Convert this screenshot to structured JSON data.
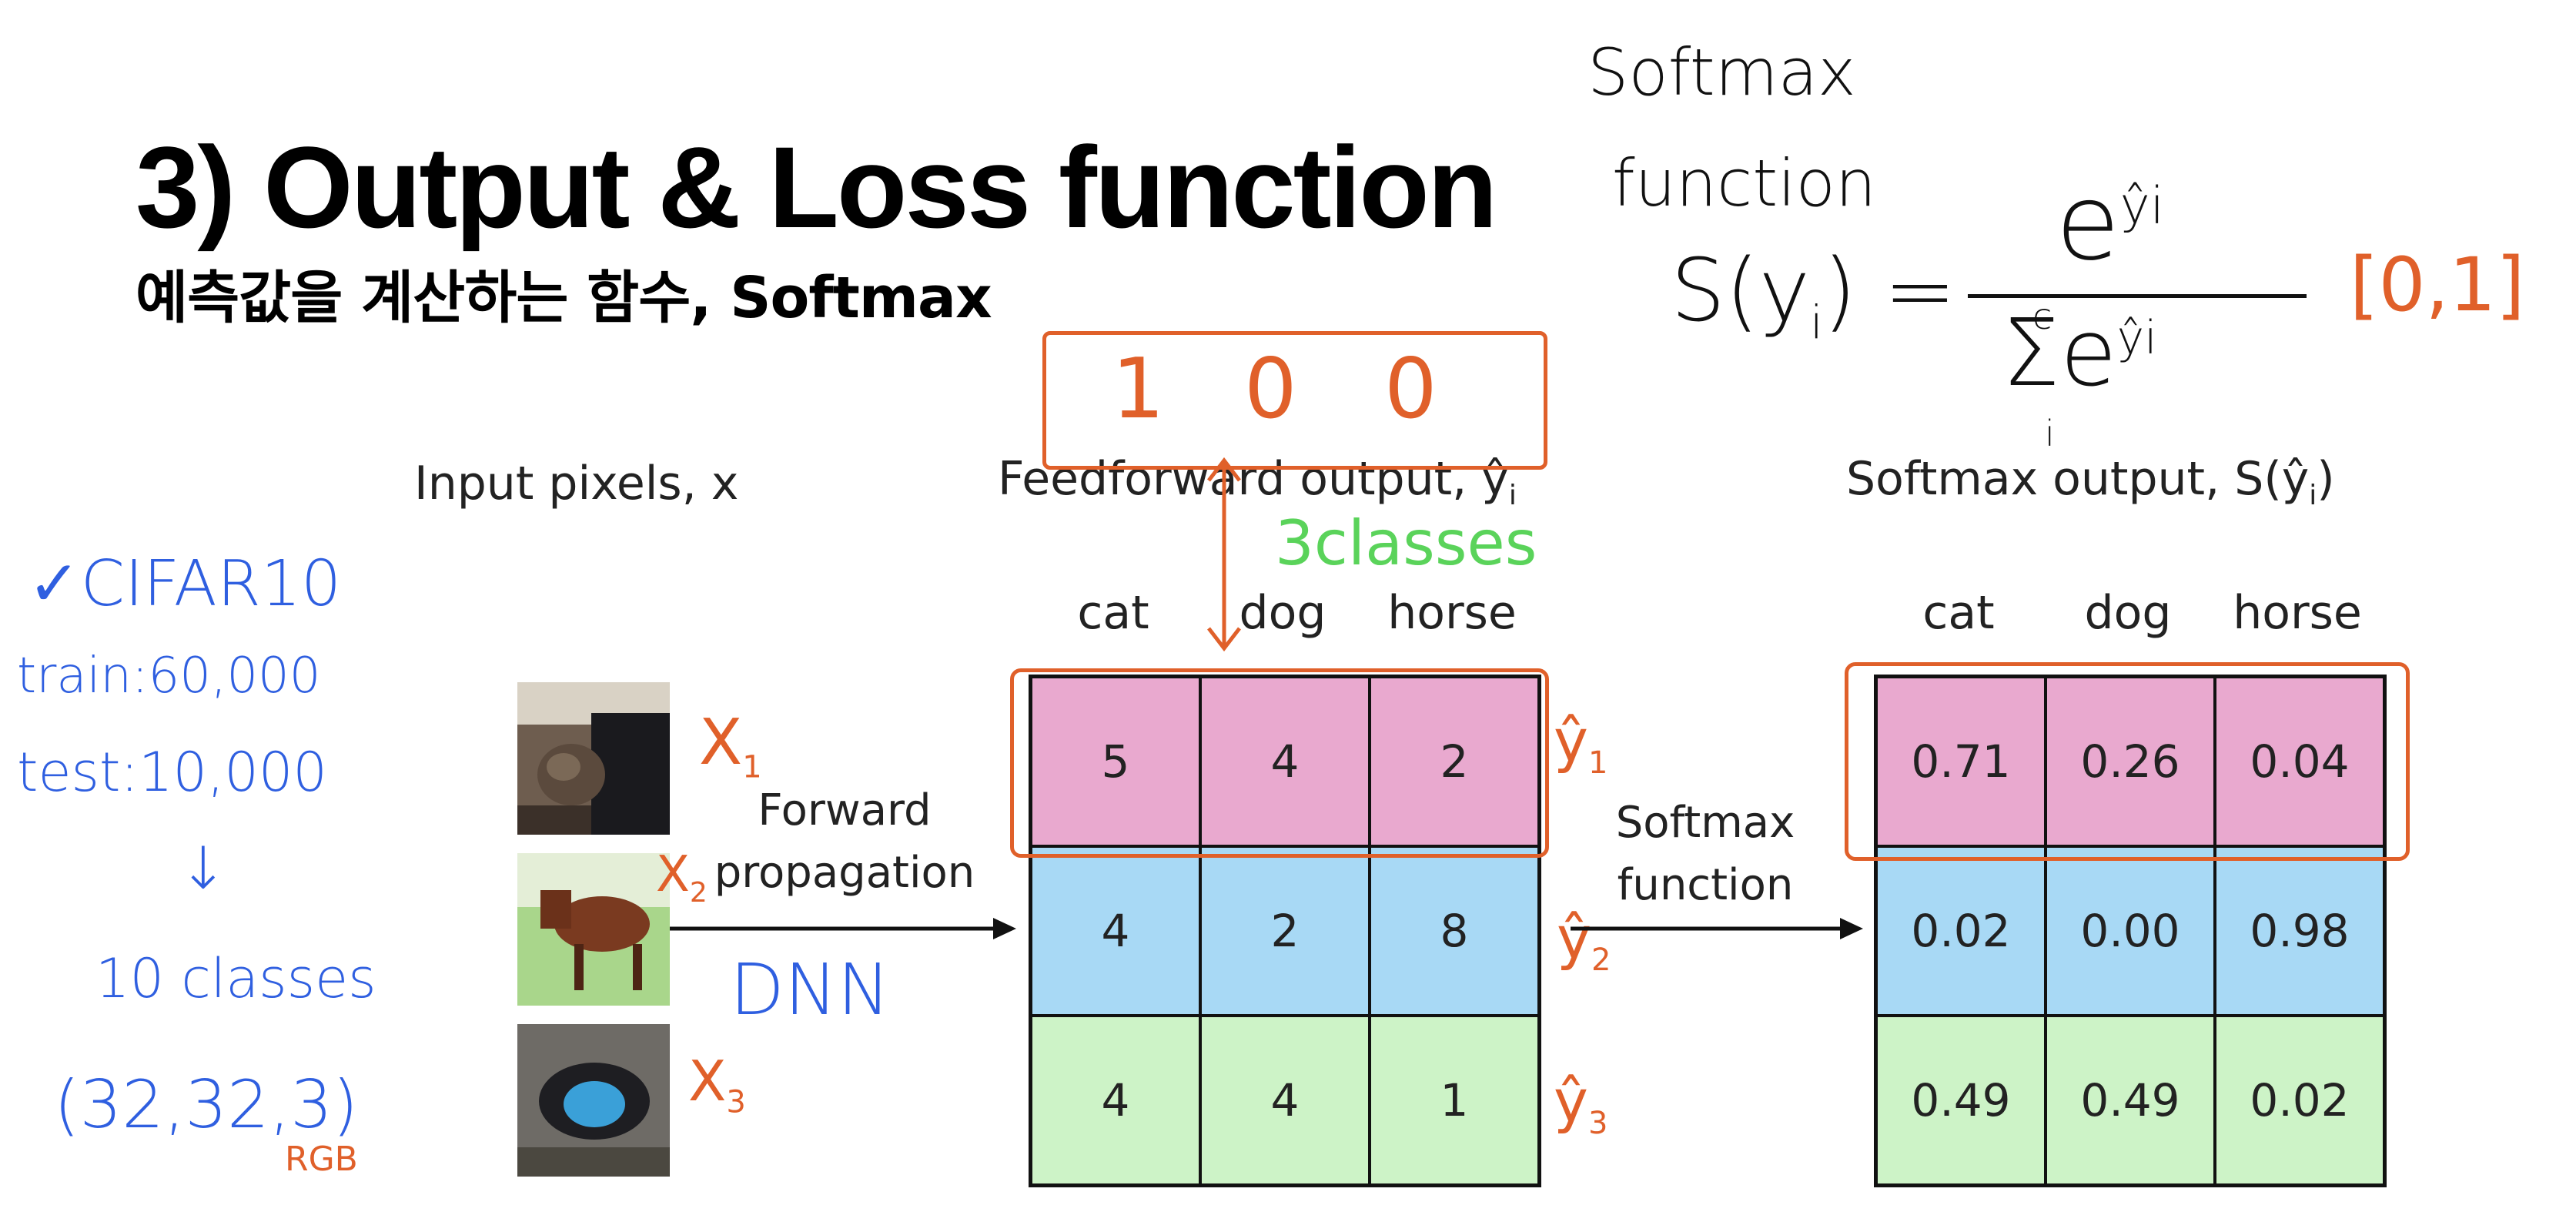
{
  "title": "3) Output & Loss function",
  "subtitle": "예측값을 계산하는 함수, Softmax",
  "input_label": "Input pixels, x",
  "feedforward_label": "Feedforward output, ŷ",
  "feedforward_sub": "i",
  "softmax_label": "Softmax output, S(ŷ",
  "softmax_sub": "i",
  "softmax_label_close": ")",
  "forward_text": [
    "Forward",
    "propagation"
  ],
  "softmax_fn_text": [
    "Softmax",
    "function"
  ],
  "headers": [
    "cat",
    "dog",
    "horse"
  ],
  "feedforward_table": [
    [
      "5",
      "4",
      "2"
    ],
    [
      "4",
      "2",
      "8"
    ],
    [
      "4",
      "4",
      "1"
    ]
  ],
  "softmax_table": [
    [
      "0.71",
      "0.26",
      "0.04"
    ],
    [
      "0.02",
      "0.00",
      "0.98"
    ],
    [
      "0.49",
      "0.49",
      "0.02"
    ]
  ],
  "annotations": {
    "cifar": "✓CIFAR10",
    "train": "train:60,000",
    "test": "test:10,000",
    "arrow": "↓",
    "ten_classes": "10 classes",
    "shape": "(32,32,3)",
    "rgb": "RGB",
    "dnn": "DNN",
    "three_classes": "3classes",
    "one_hot": [
      "1",
      "0",
      "0"
    ],
    "x_labels": [
      "X",
      "X",
      "X"
    ],
    "x_subs": [
      "1",
      "2",
      "3"
    ],
    "y_labels": [
      "ŷ",
      "ŷ",
      "ŷ"
    ],
    "y_subs": [
      "1",
      "2",
      "3"
    ],
    "range": "[0,1]",
    "softmax_title": [
      "Softmax",
      "function"
    ],
    "formula_lhs": "S(y",
    "formula_lhs_sub": "i",
    "formula_lhs_close": ") =",
    "formula_num": "e",
    "formula_num_sup": "ŷi",
    "formula_den_sum": "Σ",
    "formula_den_sum_top": "c",
    "formula_den_sum_bottom": "i",
    "formula_den": "e",
    "formula_den_sup": "ŷi"
  },
  "colors": {
    "row0": "#e9a9cf",
    "row1": "#a8d9f5",
    "row2": "#cdf3c7",
    "annotation_red": "#e0602a",
    "annotation_blue": "#2f5fe0",
    "annotation_green": "#5ad35a"
  },
  "icons": [
    "cat-image",
    "horse-image",
    "dog-image",
    "right-arrow-icon",
    "down-arrow-icon"
  ]
}
